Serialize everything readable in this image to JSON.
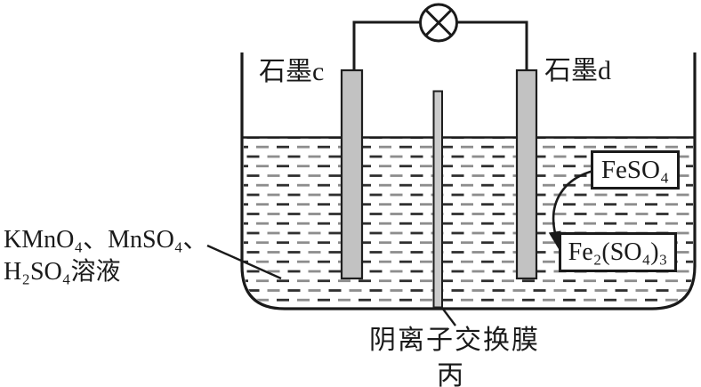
{
  "labels": {
    "electrode_left": "石墨c",
    "electrode_right": "石墨d",
    "solution_line1": "KMnO₄、MnSO₄、",
    "solution_line2": "H₂SO₄溶液",
    "box_feso4": "FeSO₄",
    "box_fe2so43": "Fe₂(SO₄)₃",
    "membrane": "阴离子交换膜",
    "cell_name": "丙"
  },
  "icons": {
    "lamp": "circle-with-diagonal-cross"
  },
  "colors": {
    "line": "#1a1a1a",
    "electrode_fill": "#c2c2c2",
    "membrane_fill": "#cbcbcb",
    "dash_dark": "#2f2f2f",
    "dash_gray": "#8d8d8d",
    "box_bg": "#ffffff"
  }
}
